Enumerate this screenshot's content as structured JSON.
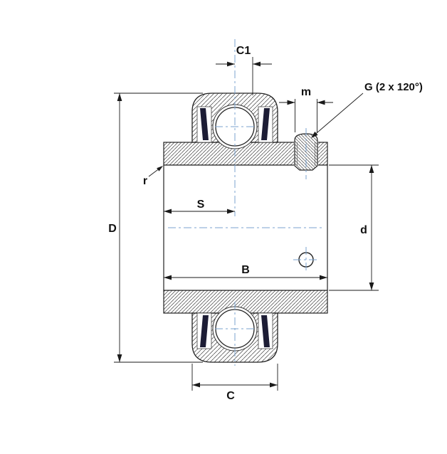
{
  "drawing": {
    "type": "bearing-insert-cross-section",
    "labels": {
      "c1": "C1",
      "m": "m",
      "g": "G (2 x 120°)",
      "r": "r",
      "s": "S",
      "D_outer": "D",
      "d_bore": "d",
      "b_width": "B",
      "c_width": "C"
    },
    "colors": {
      "line": "#1a1a1a",
      "centerline": "#7ba3cf",
      "seal": "#1d1d35",
      "hatch": "#404040",
      "background": "#ffffff"
    }
  }
}
